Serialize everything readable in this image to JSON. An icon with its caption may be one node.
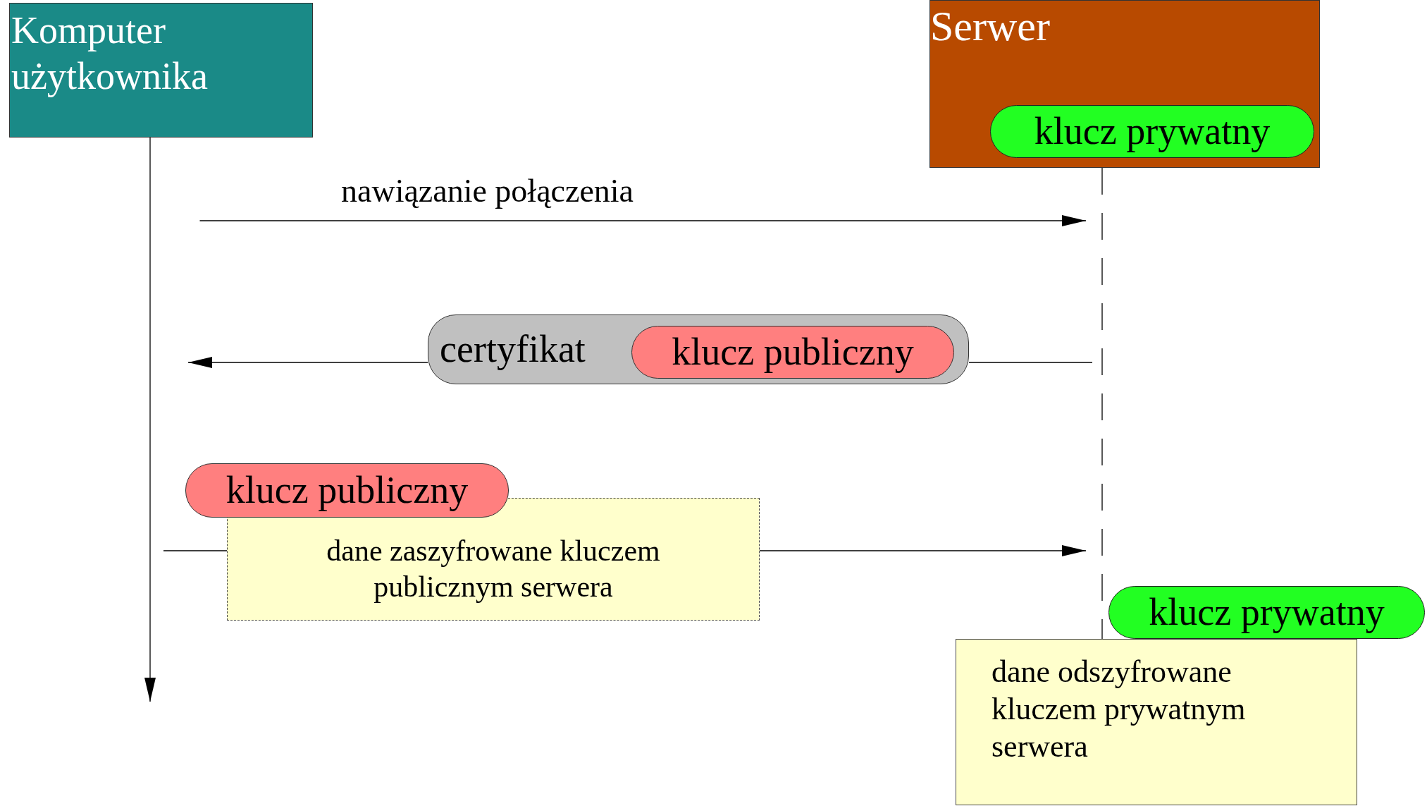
{
  "diagram": {
    "nodes": [
      {
        "text": [
          "Komputer użytkownika"
        ]
      },
      {
        "text": [
          "Serwer"
        ]
      },
      {
        "text": [
          "klucz prywatny"
        ],
        "in": 1
      },
      {
        "text": [
          "certyfikat"
        ]
      },
      {
        "text": [
          "klucz publiczny"
        ],
        "in": 3
      },
      {
        "text": [
          "klucz publiczny"
        ]
      },
      {
        "text": [
          "dane zaszyfrowane kluczem publicznym serwera"
        ]
      },
      {
        "text": [
          "dane odszyfrowane kluczem prywatnym serwera"
        ]
      },
      {
        "text": [
          "klucz prywatny"
        ]
      }
    ],
    "edges": [
      {
        "from": 0,
        "to": null,
        "arrow": "to"
      },
      {
        "from": 1,
        "to": 7,
        "arrow": "none",
        "style": "dashed"
      },
      {
        "from": 0,
        "to": 1,
        "arrow": "to",
        "label": "nawiązanie połączenia"
      },
      {
        "from": null,
        "to": 3,
        "arrow": "none"
      },
      {
        "from": 3,
        "to": null,
        "arrow": "to"
      },
      {
        "from": null,
        "to": 6,
        "arrow": "none"
      },
      {
        "from": 6,
        "to": null,
        "arrow": "to"
      }
    ]
  }
}
